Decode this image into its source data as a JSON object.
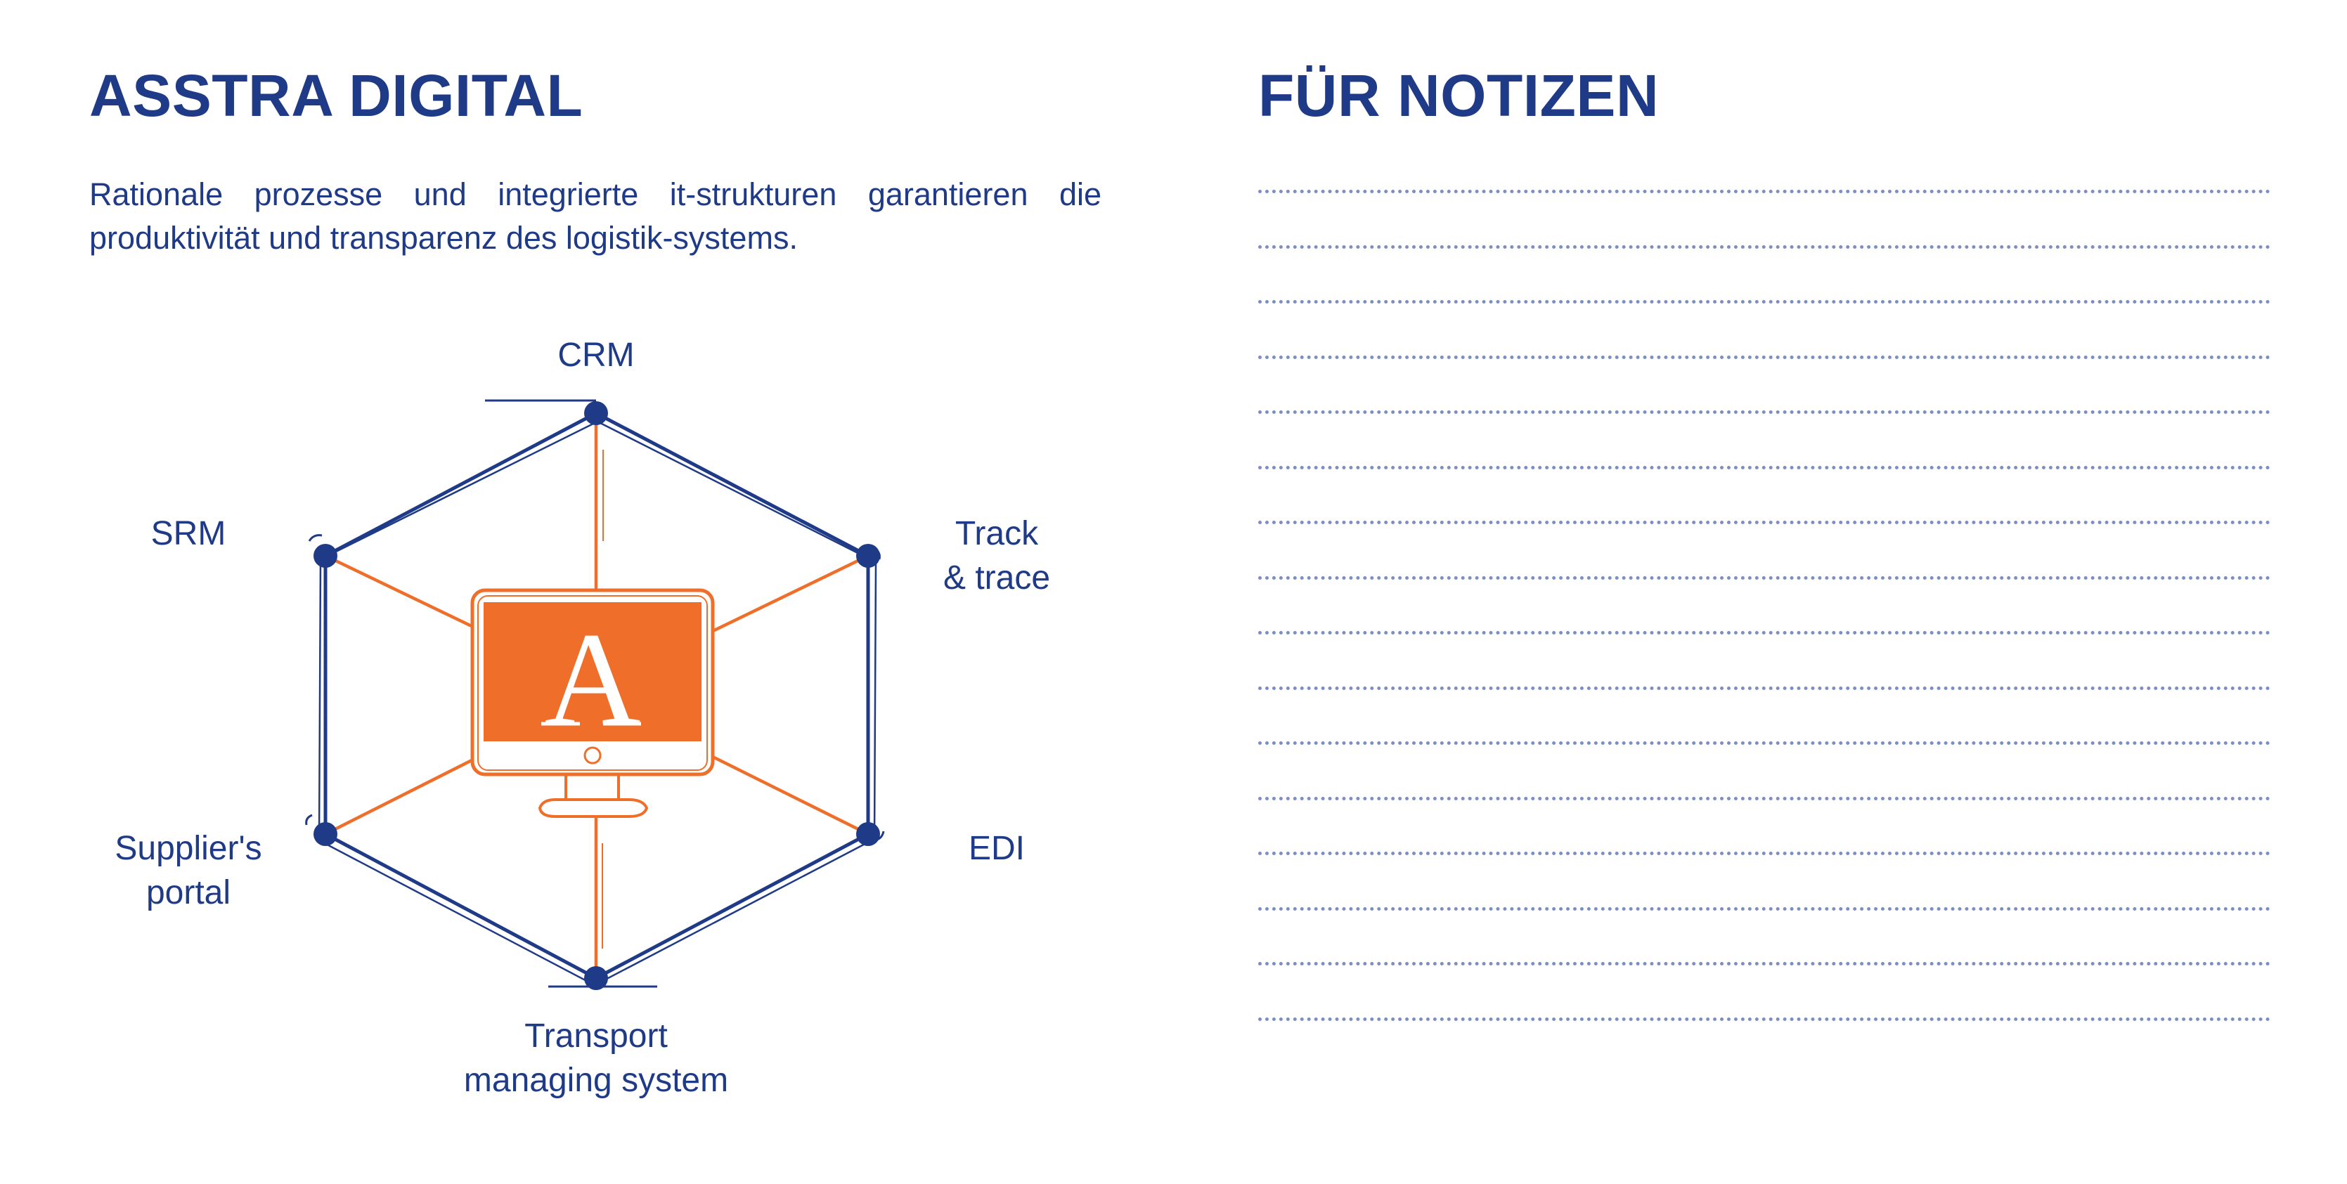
{
  "left": {
    "title": "ASSTRA DIGITAL",
    "intro": "Rationale prozesse und integrierte it-strukturen garantieren die produktivität und transparenz des logistik-systems."
  },
  "right": {
    "title": "FÜR NOTIZEN",
    "line_count": 16
  },
  "diagram": {
    "center_letter": "A",
    "labels": {
      "crm": "CRM",
      "srm": "SRM",
      "track_line1": "Track",
      "track_line2": "& trace",
      "suppliers_line1": "Supplier's",
      "suppliers_line2": "portal",
      "edi": "EDI",
      "tms_line1": "Transport",
      "tms_line2": "managing system"
    },
    "colors": {
      "navy": "#1f3a86",
      "orange": "#ef6f2a"
    }
  }
}
